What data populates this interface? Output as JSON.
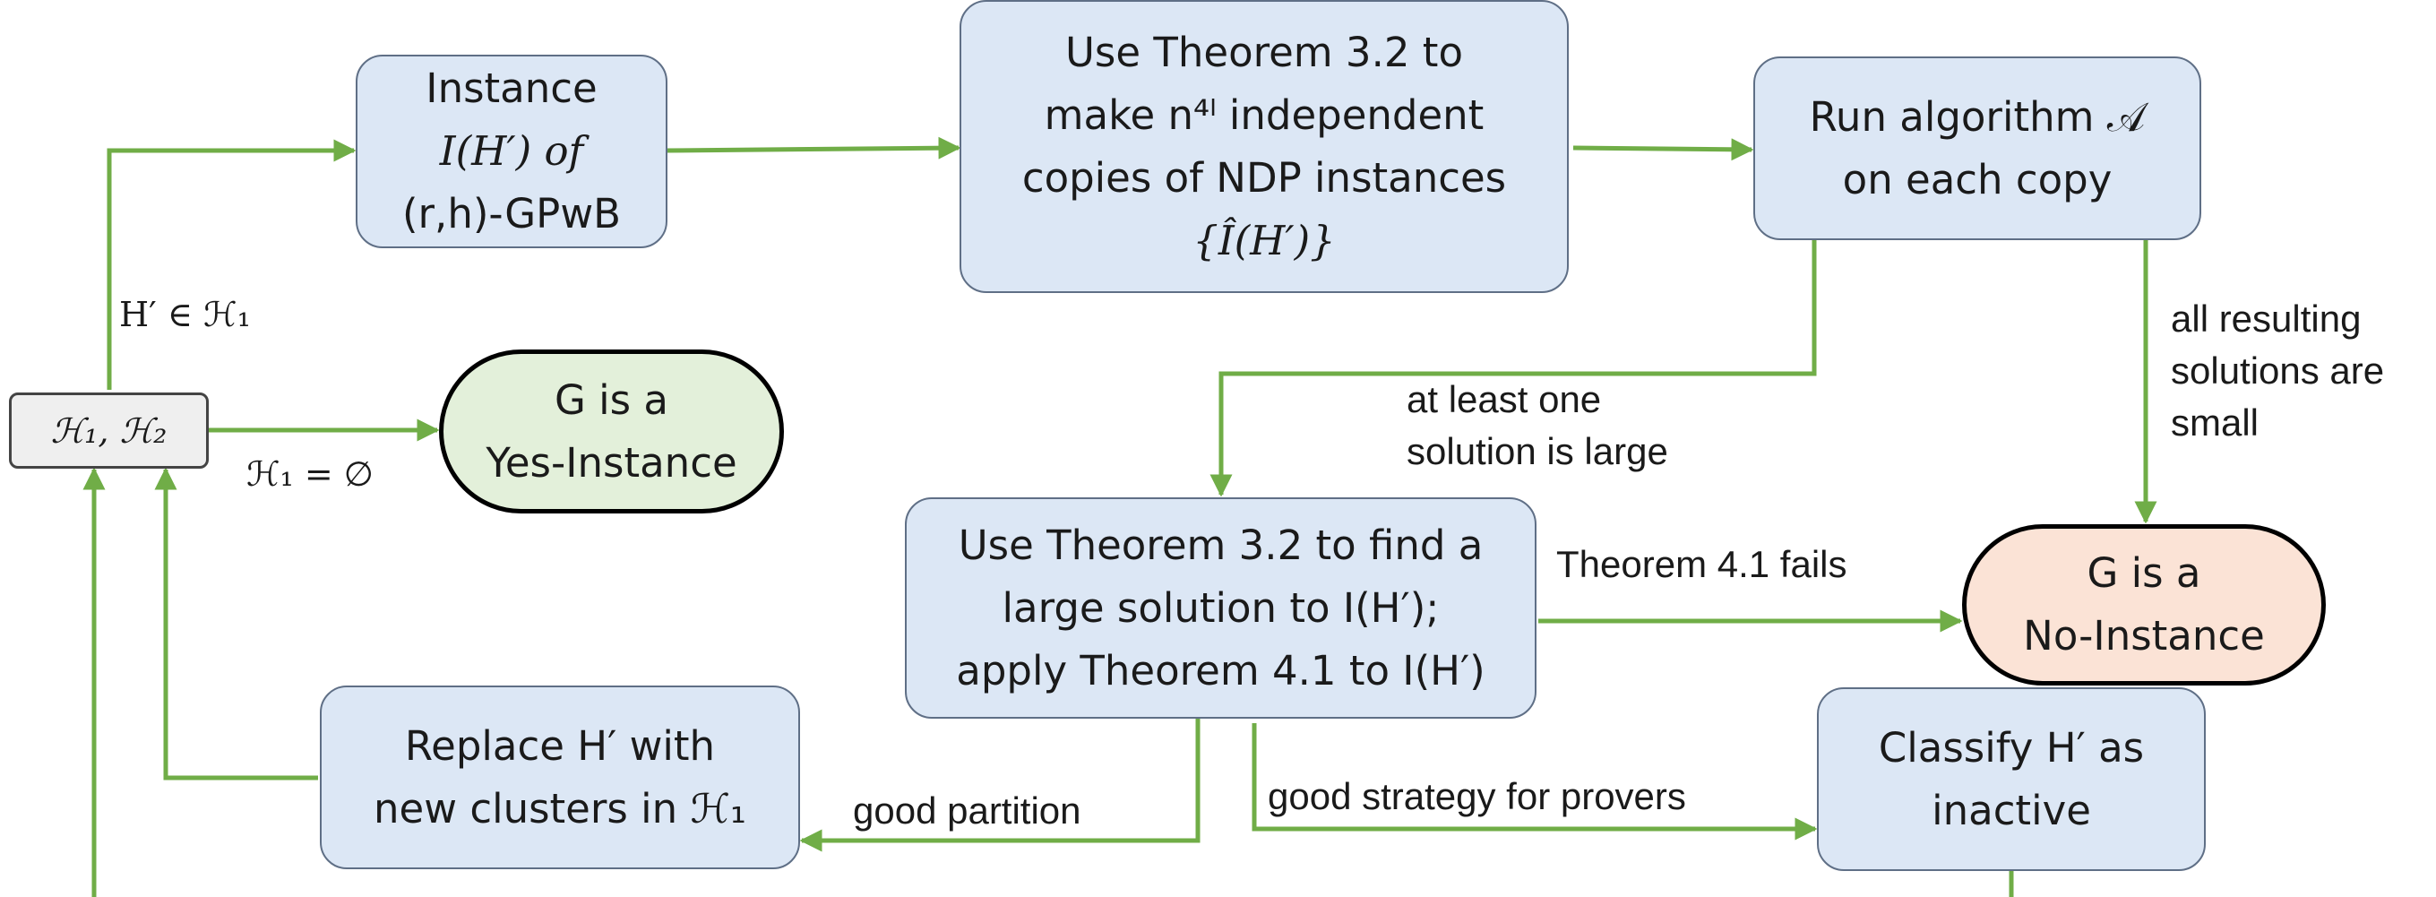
{
  "nodes": {
    "instance": [
      "Instance",
      "I(H′) of",
      "(r,h)-GPwB"
    ],
    "copies": [
      "Use Theorem 3.2 to",
      "make n⁴ˡ independent",
      "copies of NDP instances",
      "{Î(H′)}"
    ],
    "run_algorithm": [
      "Run algorithm 𝒜",
      "on each copy"
    ],
    "clusters": "ℋ₁, ℋ₂",
    "yes_instance": [
      "G is a",
      "Yes-Instance"
    ],
    "find_solution": [
      "Use Theorem 3.2 to find a",
      "large solution to I(H′);",
      "apply Theorem 4.1 to I(H′)"
    ],
    "no_instance": [
      "G is a",
      "No-Instance"
    ],
    "replace": [
      "Replace H′ with",
      "new clusters in ℋ₁"
    ],
    "classify": [
      "Classify H′ as",
      "inactive"
    ]
  },
  "edge_labels": {
    "h_in_h1": "H′ ∈ ℋ₁",
    "h1_empty": "ℋ₁ = ∅",
    "at_least_one": [
      "at least one",
      "solution is large"
    ],
    "all_small": [
      "all resulting",
      "solutions are",
      "small"
    ],
    "thm41_fails": "Theorem 4.1 fails",
    "good_partition": "good partition",
    "good_strategy": "good strategy for provers"
  },
  "colors": {
    "arrow": "#70ad47",
    "process_fill": "#dce7f5",
    "yes_fill": "#e3f0da",
    "no_fill": "#fbe3d6"
  }
}
